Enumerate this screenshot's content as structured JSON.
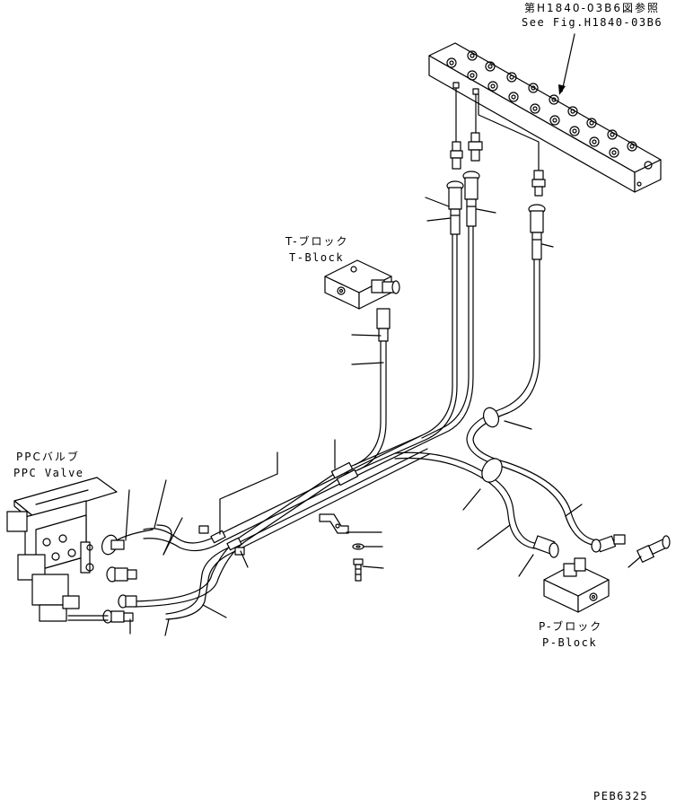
{
  "labels": {
    "ref_jp": "第H1840-03B6図参照",
    "ref_en": "See Fig.H1840-03B6",
    "tblock_jp": "T-ブロック",
    "tblock_en": "T-Block",
    "ppc_jp": "PPCバルブ",
    "ppc_en": "PPC Valve",
    "pblock_jp": "P-ブロック",
    "pblock_en": "P-Block",
    "drawing_code": "PEB6325"
  }
}
